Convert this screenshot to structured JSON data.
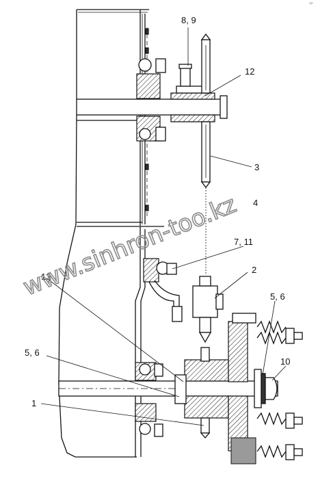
{
  "watermark": "www.sinhron-too.kz",
  "corner_mark": "ᵑᵒ",
  "callouts": [
    {
      "id": "c89",
      "text": "8, 9"
    },
    {
      "id": "c12",
      "text": "12"
    },
    {
      "id": "c3",
      "text": "3"
    },
    {
      "id": "c4",
      "text": "4"
    },
    {
      "id": "c711",
      "text": "7, 11"
    },
    {
      "id": "c2",
      "text": "2"
    },
    {
      "id": "c13",
      "text": "13"
    },
    {
      "id": "c56r",
      "text": "5, 6"
    },
    {
      "id": "c56l",
      "text": "5, 6"
    },
    {
      "id": "c10",
      "text": "10"
    },
    {
      "id": "c1",
      "text": "1"
    }
  ]
}
